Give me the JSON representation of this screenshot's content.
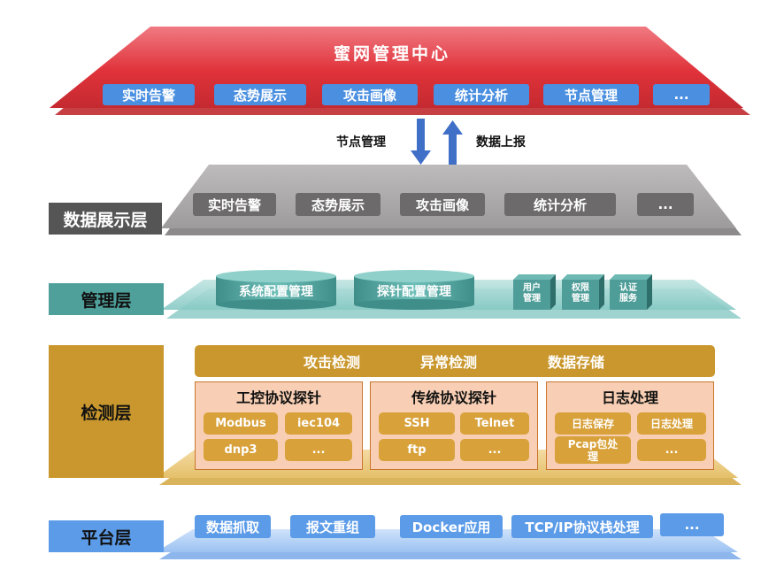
{
  "top": {
    "title": "蜜网管理中心",
    "items": [
      "实时告警",
      "态势展示",
      "攻击画像",
      "统计分析",
      "节点管理",
      "..."
    ]
  },
  "arrows": {
    "down_label": "节点管理",
    "up_label": "数据上报"
  },
  "display_layer": {
    "label": "数据展示层",
    "items": [
      "实时告警",
      "态势展示",
      "攻击画像",
      "统计分析",
      "..."
    ]
  },
  "management_layer": {
    "label": "管理层",
    "cylinders": [
      "系统配置管理",
      "探针配置管理"
    ],
    "cubes": [
      {
        "line1": "用户",
        "line2": "管理"
      },
      {
        "line1": "权限",
        "line2": "管理"
      },
      {
        "line1": "认证",
        "line2": "服务"
      }
    ]
  },
  "detection_layer": {
    "label": "检测层",
    "bar_items": [
      "攻击检测",
      "异常检测",
      "数据存储"
    ],
    "panels": [
      {
        "title": "工控协议探针",
        "items": [
          "Modbus",
          "iec104",
          "dnp3",
          "..."
        ]
      },
      {
        "title": "传统协议探针",
        "items": [
          "SSH",
          "Telnet",
          "ftp",
          "..."
        ]
      },
      {
        "title": "日志处理",
        "items": [
          "日志保存",
          "日志处理",
          "Pcap包处理",
          "..."
        ]
      }
    ]
  },
  "platform_layer": {
    "label": "平台层",
    "items": [
      "数据抓取",
      "报文重组",
      "Docker应用",
      "TCP/IP协议栈处理",
      "..."
    ]
  },
  "colors": {
    "top_red": "#e0323a",
    "top_item_blue": "#4a8fe0",
    "display_gray": "#a8a6a6",
    "display_item": "#6c6a6a",
    "management_teal": "#5aada8",
    "detection_gold": "#c9972d",
    "panel_peach": "#f8cfb4",
    "platform_blue": "#5b9be8",
    "arrow_blue": "#3f6fc6"
  }
}
